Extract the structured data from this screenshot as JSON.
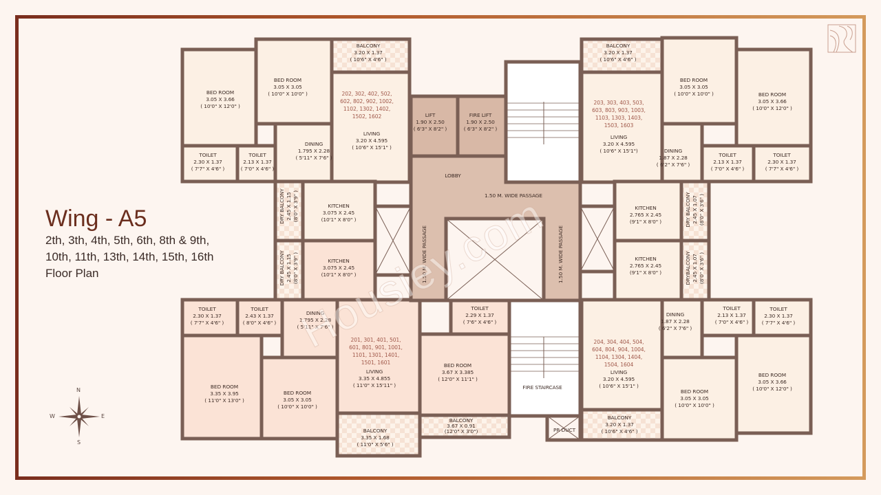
{
  "title": {
    "heading": "Wing - A5",
    "subtitle": "2th, 3th, 4th, 5th, 6th, 8th & 9th, 10th, 11th, 13th, 14th, 15th, 16th Floor Plan"
  },
  "watermark": "Housiey.com",
  "compass": {
    "n": "N",
    "s": "S",
    "e": "E",
    "w": "W"
  },
  "colors": {
    "wall": "#7a5f55",
    "flat_fill": "#fcf0e4",
    "flat_fill_pink": "#fbe3d6",
    "core_fill": "#dcbfae",
    "unit_numbers": "#a0584a",
    "frame_start": "#7a2e1e",
    "frame_end": "#d49a5c"
  },
  "flat_202": {
    "units": "202, 302, 402, 502, 602, 802, 902, 1002, 1102, 1302, 1402, 1502, 1602",
    "bed1": {
      "name": "BED ROOM",
      "m": "3.05 X 3.66",
      "ft": "( 10'0\" X 12'0\" )"
    },
    "bed2": {
      "name": "BED ROOM",
      "m": "3.05 X 3.05",
      "ft": "( 10'0\" X 10'0\" )"
    },
    "balcony": {
      "name": "BALCONY",
      "m": "3.20 X 1.37",
      "ft": "( 10'6\" X 4'6\" )"
    },
    "living": {
      "name": "LIVING",
      "m": "3.20 X 4.595",
      "ft": "( 10'6\" X 15'1\" )"
    },
    "dining": {
      "name": "DINING",
      "m": "1.795 X 2.28",
      "ft": "( 5'11\" X 7'6\" )"
    },
    "toilet1": {
      "name": "TOILET",
      "m": "2.30 X 1.37",
      "ft": "( 7'7\" X 4'6\" )"
    },
    "toilet2": {
      "name": "TOILET",
      "m": "2.13 X 1.37",
      "ft": "( 7'0\" X 4'6\" )"
    },
    "dry_balcony": {
      "name": "DRY BALCONY",
      "m": "2.45 X 1.15",
      "ft": "(8'0\" X 3'9\" )"
    },
    "kitchen": {
      "name": "KITCHEN",
      "m": "3.075 X 2.45",
      "ft": "(10'1\" X 8'0\" )"
    }
  },
  "flat_201": {
    "units": "201, 301, 401, 501, 601, 801, 901, 1001, 1101, 1301, 1401, 1501, 1601",
    "dry_balcony": {
      "name": "DRY BALCONY",
      "m": "2.45 X 1.15",
      "ft": "(8'0\" X 3'9\" )"
    },
    "kitchen": {
      "name": "KITCHEN",
      "m": "3.075 X 2.45",
      "ft": "(10'1\" X 8'0\" )"
    },
    "toilet1": {
      "name": "TOILET",
      "m": "2.30 X 1.37",
      "ft": "( 7'7\" X 4'6\" )"
    },
    "toilet2": {
      "name": "TOILET",
      "m": "2.43 X 1.37",
      "ft": "( 8'0\" X 4'6\" )"
    },
    "dining": {
      "name": "DINING",
      "m": "1.795 X 2.28",
      "ft": "( 5'11\" X 7'6\" )"
    },
    "living": {
      "name": "LIVING",
      "m": "3.35 X 4.855",
      "ft": "( 11'0\" X 15'11\" )"
    },
    "bed1": {
      "name": "BED ROOM",
      "m": "3.35 X 3.95",
      "ft": "( 11'0\" X 13'0\" )"
    },
    "bed2": {
      "name": "BED ROOM",
      "m": "3.05 X 3.05",
      "ft": "( 10'0\" X 10'0\" )"
    },
    "balcony": {
      "name": "BALCONY",
      "m": "3.35 X 1.68",
      "ft": "( 11'0\" X 5'6\" )"
    },
    "bed3": {
      "name": "BED ROOM",
      "m": "3.67 X 3.385",
      "ft": "( 12'0\" X 11'1\" )"
    },
    "toilet3": {
      "name": "TOILET",
      "m": "2.29 X 1.37",
      "ft": "( 7'6\" X 4'6\" )"
    },
    "balcony2": {
      "name": "BALCONY",
      "m": "3.67 X 0.91",
      "ft": "(12'0\" X 3'0\")"
    }
  },
  "core": {
    "lift": {
      "name": "LIFT",
      "m": "1.90 X 2.50",
      "ft": "( 6'3\" X 8'2\" )"
    },
    "fire_lift": {
      "name": "FIRE LIFT",
      "m": "1.90 X 2.50",
      "ft": "( 6'3\" X 8'2\" )"
    },
    "lobby": "LOBBY",
    "passage": "1.50 M. WIDE PASSAGE",
    "passage_left": "1.50 M. WIDE PASSAGE",
    "passage_right": "1.50 M. WIDE PASSAGE",
    "fire_staircase": "FIRE STAIRCASE",
    "pr_duct": "PR DUCT"
  },
  "flat_203": {
    "units": "203, 303, 403, 503, 603, 803, 903, 1003, 1103, 1303, 1403, 1503, 1603",
    "balcony": {
      "name": "BALCONY",
      "m": "3.20 X 1.37",
      "ft": "( 10'6\" X 4'6\" )"
    },
    "bed1": {
      "name": "BED ROOM",
      "m": "3.05 X 3.05",
      "ft": "( 10'0\" X 10'0\" )"
    },
    "bed2": {
      "name": "BED ROOM",
      "m": "3.05 X 3.66",
      "ft": "( 10'0\" X 12'0\" )"
    },
    "living": {
      "name": "LIVING",
      "m": "3.20 X 4.595",
      "ft": "( 10'6\" X 15'1\")"
    },
    "dining": {
      "name": "DINING",
      "m": "1.87 X 2.28",
      "ft": "( 6'2\" X 7'6\" )"
    },
    "toilet1": {
      "name": "TOILET",
      "m": "2.13 X 1.37",
      "ft": "( 7'0\" X 4'6\" )"
    },
    "toilet2": {
      "name": "TOILET",
      "m": "2.30 X 1.37",
      "ft": "( 7'7\" X 4'6\" )"
    },
    "kitchen": {
      "name": "KITCHEN",
      "m": "2.765 X 2.45",
      "ft": "(9'1\" X 8'0\" )"
    },
    "dry_balcony": {
      "name": "DRY BALCONY",
      "m": "2.45 X 1.07",
      "ft": "(8'0\" X 3'6\" )"
    }
  },
  "flat_204": {
    "units": "204, 304, 404, 504, 604, 804, 904, 1004, 1104, 1304, 1404, 1504, 1604",
    "kitchen": {
      "name": "KITCHEN",
      "m": "2.765 X 2.45",
      "ft": "(9'1\" X 8'0\" )"
    },
    "dry_balcony": {
      "name": "DRYBALCONY",
      "m": "2.45 X 1.07",
      "ft": "(8'0\" X 3'6\" )"
    },
    "toilet1": {
      "name": "TOILET",
      "m": "2.13 X 1.37",
      "ft": "( 7'0\" X 4'6\" )"
    },
    "toilet2": {
      "name": "TOILET",
      "m": "2.30 X 1.37",
      "ft": "( 7'7\" X 4'6\" )"
    },
    "dining": {
      "name": "DINING",
      "m": "1.87 X 2.28",
      "ft": "( 6'2\" X 7'6\" )"
    },
    "living": {
      "name": "LIVING",
      "m": "3.20 X 4.595",
      "ft": "( 10'6\" X 15'1\" )"
    },
    "bed1": {
      "name": "BED ROOM",
      "m": "3.05 X 3.05",
      "ft": "( 10'0\" X 10'0\" )"
    },
    "bed2": {
      "name": "BED ROOM",
      "m": "3.05 X 3.66",
      "ft": "( 10'0\" X 12'0\" )"
    },
    "balcony": {
      "name": "BALCONY",
      "m": "3.20 X 1.37",
      "ft": "( 10'6\" X 4'6\" )"
    }
  }
}
